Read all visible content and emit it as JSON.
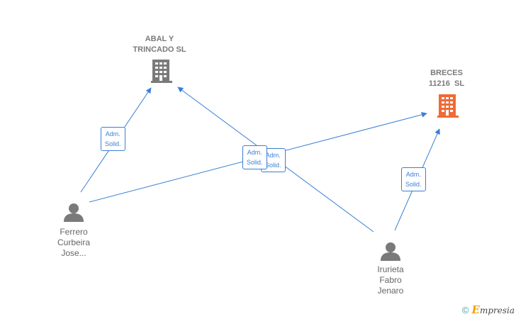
{
  "companies": [
    {
      "id": "abal",
      "name_lines": [
        "ABAL Y",
        "TRINCADO SL"
      ],
      "color": "#7a7a7a",
      "icon": "building-icon"
    },
    {
      "id": "breces",
      "name_lines": [
        "BRECES",
        "11216  SL"
      ],
      "color": "#f06a35",
      "icon": "building-icon"
    }
  ],
  "persons": [
    {
      "id": "ferrero",
      "name_lines": [
        "Ferrero",
        "Curbeira",
        "Jose..."
      ],
      "color": "#666666",
      "icon": "person-icon"
    },
    {
      "id": "irurieta",
      "name_lines": [
        "Irurieta",
        "Fabro",
        "Jenaro"
      ],
      "color": "#666666",
      "icon": "person-icon"
    }
  ],
  "edges": [
    {
      "from": "ferrero",
      "to": "abal",
      "role_lines": [
        "Adm.",
        "Solid."
      ]
    },
    {
      "from": "ferrero",
      "to": "breces",
      "role_lines": [
        "Adm.",
        "Solid."
      ]
    },
    {
      "from": "irurieta",
      "to": "abal",
      "role_lines": [
        "Adm.",
        "Solid."
      ]
    },
    {
      "from": "irurieta",
      "to": "breces",
      "role_lines": [
        "Adm.",
        "Solid."
      ]
    }
  ],
  "edge_color": "#3a7fd5",
  "footer": {
    "copyright": "©",
    "brand_initial": "E",
    "brand_rest": "mpresia"
  }
}
